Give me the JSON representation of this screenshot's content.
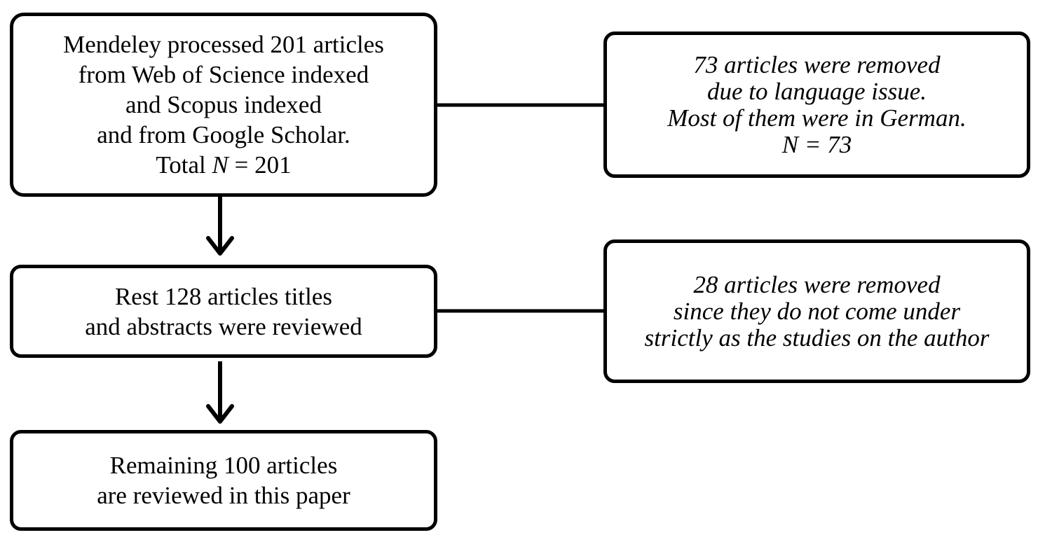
{
  "flow": {
    "start": {
      "lines": [
        "Mendeley processed 201 articles",
        "from Web of Science indexed",
        "and Scopus indexed",
        "and from Google Scholar."
      ],
      "total_prefix": "Total ",
      "total_var": "N",
      "total_suffix": " = 201"
    },
    "screening": {
      "lines": [
        "Rest 128 articles titles",
        "and abstracts were reviewed"
      ]
    },
    "final": {
      "lines": [
        "Remaining 100 articles",
        "are reviewed in this paper"
      ]
    }
  },
  "exclusions": {
    "first": {
      "lines": [
        "73 articles were removed",
        "due to language issue.",
        "Most of them were in German.",
        "N = 73"
      ]
    },
    "second": {
      "lines": [
        "28 articles were removed",
        "since they do not come under",
        "strictly as the studies on the author"
      ]
    }
  },
  "colors": {
    "stroke": "#000000",
    "background": "#ffffff"
  }
}
